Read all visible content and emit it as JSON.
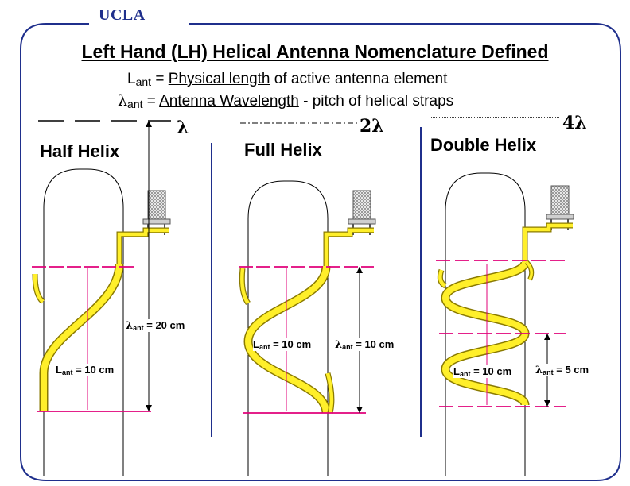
{
  "header": {
    "brand": "UCLA",
    "title": "Left Hand (LH) Helical Antenna Nomenclature Defined"
  },
  "definitions": [
    {
      "symbol": "L",
      "sub": "ant",
      "eq": " = ",
      "term": "Physical length",
      "rest": " of active antenna element"
    },
    {
      "symbol": "λ",
      "sub": "ant",
      "eq": " = ",
      "term": "Antenna Wavelength",
      "rest": " - pitch of helical straps"
    }
  ],
  "panels": [
    {
      "id": "half",
      "heading": "Half Helix",
      "multiplier": "λ",
      "labels": [
        {
          "sym": "λ",
          "sub": "ant",
          "val": " = 20 cm"
        },
        {
          "sym": "L",
          "sub": "ant",
          "val": " = 10 cm"
        }
      ]
    },
    {
      "id": "full",
      "heading": "Full Helix",
      "multiplier": "2λ",
      "labels": [
        {
          "sym": "L",
          "sub": "ant",
          "val": " = 10 cm"
        },
        {
          "sym": "λ",
          "sub": "ant",
          "val": " = 10 cm"
        }
      ]
    },
    {
      "id": "double",
      "heading": "Double Helix",
      "multiplier": "4λ",
      "labels": [
        {
          "sym": "L",
          "sub": "ant",
          "val": " = 10 cm"
        },
        {
          "sym": "λ",
          "sub": "ant",
          "val": " = 5 cm"
        }
      ]
    }
  ],
  "colors": {
    "frame": "#1f2f8c",
    "strap": "#ffef2a",
    "strap_edge": "#8a7a00",
    "marker": "#e0007a",
    "dimension": "#000000"
  }
}
